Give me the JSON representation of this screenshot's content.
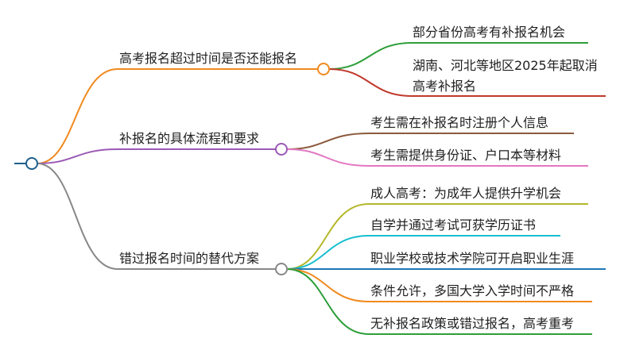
{
  "colors": {
    "root": "#1f5f8b",
    "branch1": "#f08a1e",
    "branch2": "#9b59b6",
    "branch3": "#888888",
    "leaf1_1": "#2e9e3a",
    "leaf1_2": "#c0392b",
    "leaf2_1": "#8b5a3c",
    "leaf2_2": "#e377c2",
    "leaf3_1": "#b5b82a",
    "leaf3_2": "#17becf",
    "leaf3_3": "#1f77b4",
    "leaf3_4": "#f08a1e",
    "leaf3_5": "#2e9e3a"
  },
  "branches": [
    {
      "label": "高考报名超过时间是否还能报名",
      "leaves": [
        "部分省份高考有补报名机会",
        "湖南、河北等地区2025年起取消高考补报名"
      ]
    },
    {
      "label": "补报名的具体流程和要求",
      "leaves": [
        "考生需在补报名时注册个人信息",
        "考生需提供身份证、户口本等材料"
      ]
    },
    {
      "label": "错过报名时间的替代方案",
      "leaves": [
        "成人高考：为成年人提供升学机会",
        "自学并通过考试可获学历证书",
        "职业学校或技术学院可开启职业生涯",
        "条件允许，多国大学入学时间不严格",
        "无补报名政策或错过报名，高考重考"
      ]
    }
  ]
}
